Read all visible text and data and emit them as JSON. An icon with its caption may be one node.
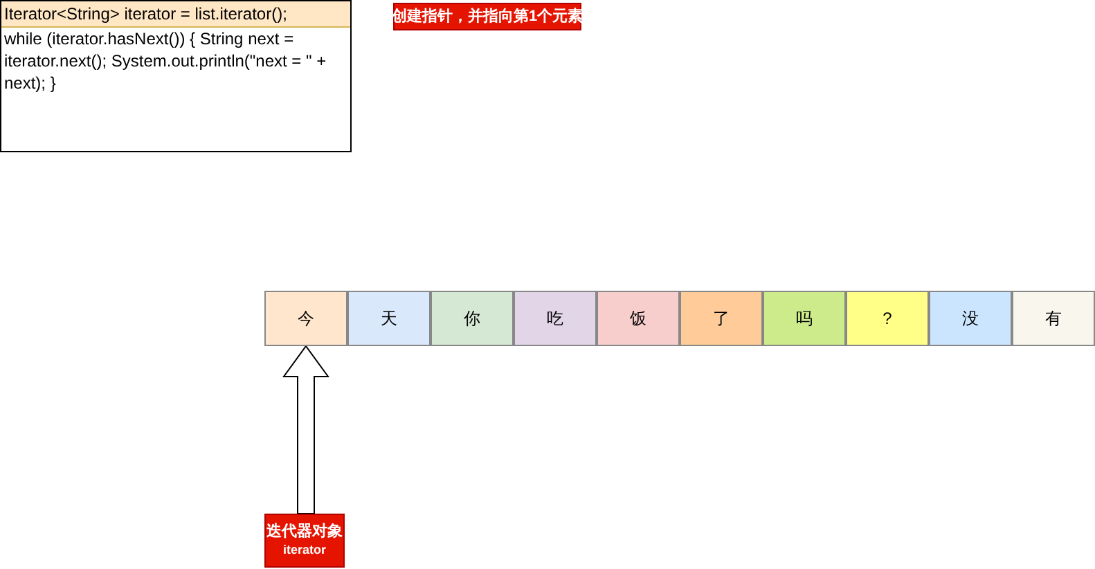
{
  "diagram": {
    "nodes": [
      {
        "text": [
          "Iterator<String> iterator = list.iterator();",
          "while (iterator.hasNext()) { String next = iterator.next(); System.out.println(\"next = \" + next); }"
        ]
      },
      {
        "text": [
          "创建指针，并指向第1个元素"
        ]
      },
      {
        "text": [
          "今"
        ]
      },
      {
        "text": [
          "天"
        ]
      },
      {
        "text": [
          "你"
        ]
      },
      {
        "text": [
          "吃"
        ]
      },
      {
        "text": [
          "饭"
        ]
      },
      {
        "text": [
          "了"
        ]
      },
      {
        "text": [
          "吗"
        ]
      },
      {
        "text": [
          "?"
        ]
      },
      {
        "text": [
          "没"
        ]
      },
      {
        "text": [
          "有"
        ]
      },
      {
        "text": [
          "迭代器对象",
          "iterator"
        ]
      }
    ],
    "edges": [
      {
        "from": 12,
        "to": 2,
        "arrow": "to",
        "style": "thick"
      }
    ]
  }
}
